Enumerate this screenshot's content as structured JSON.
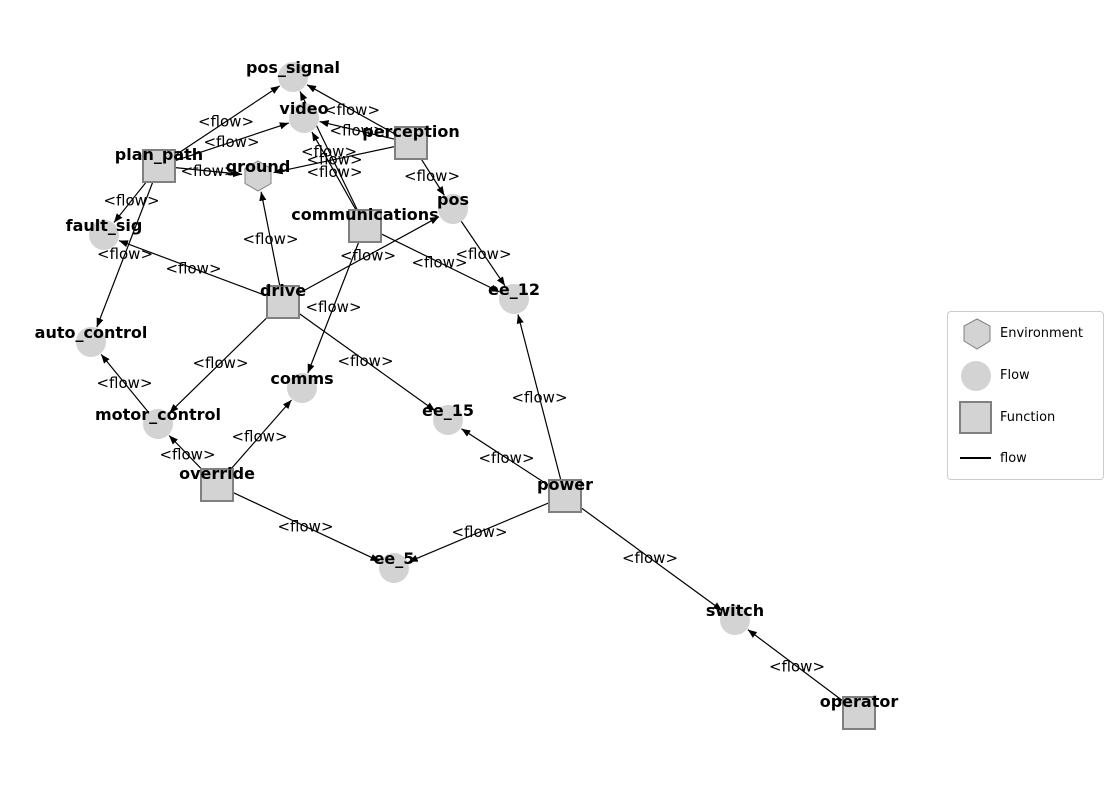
{
  "colors": {
    "node_fill": "#d3d3d3",
    "node_border": "#808080",
    "edge": "#000000"
  },
  "legend": {
    "items": [
      {
        "label": "Environment",
        "shape": "hexagon-icon"
      },
      {
        "label": "Flow",
        "shape": "circle-icon"
      },
      {
        "label": "Function",
        "shape": "square-icon"
      },
      {
        "label": "flow",
        "shape": "line-icon"
      }
    ]
  },
  "nodes": [
    {
      "id": "pos_signal",
      "label": "pos_signal",
      "type": "Flow"
    },
    {
      "id": "video",
      "label": "video",
      "type": "Flow"
    },
    {
      "id": "perception",
      "label": "perception",
      "type": "Function"
    },
    {
      "id": "plan_path",
      "label": "plan_path",
      "type": "Function"
    },
    {
      "id": "ground",
      "label": "ground",
      "type": "Environment"
    },
    {
      "id": "communications",
      "label": "communications",
      "type": "Function"
    },
    {
      "id": "pos",
      "label": "pos",
      "type": "Flow"
    },
    {
      "id": "fault_sig",
      "label": "fault_sig",
      "type": "Flow"
    },
    {
      "id": "drive",
      "label": "drive",
      "type": "Function"
    },
    {
      "id": "ee_12",
      "label": "ee_12",
      "type": "Flow"
    },
    {
      "id": "auto_control",
      "label": "auto_control",
      "type": "Flow"
    },
    {
      "id": "comms",
      "label": "comms",
      "type": "Flow"
    },
    {
      "id": "motor_control",
      "label": "motor_control",
      "type": "Flow"
    },
    {
      "id": "ee_15",
      "label": "ee_15",
      "type": "Flow"
    },
    {
      "id": "override",
      "label": "override",
      "type": "Function"
    },
    {
      "id": "power",
      "label": "power",
      "type": "Function"
    },
    {
      "id": "ee_5",
      "label": "ee_5",
      "type": "Flow"
    },
    {
      "id": "switch",
      "label": "switch",
      "type": "Flow"
    },
    {
      "id": "operator",
      "label": "operator",
      "type": "Function"
    }
  ],
  "edges": [
    {
      "source": "plan_path",
      "target": "pos_signal",
      "label": "<flow>"
    },
    {
      "source": "plan_path",
      "target": "video",
      "label": "<flow>"
    },
    {
      "source": "plan_path",
      "target": "ground",
      "label": "<flow>"
    },
    {
      "source": "plan_path",
      "target": "fault_sig",
      "label": "<flow>"
    },
    {
      "source": "plan_path",
      "target": "auto_control",
      "label": "<flow>"
    },
    {
      "source": "perception",
      "target": "pos_signal",
      "label": "<flow>"
    },
    {
      "source": "perception",
      "target": "video",
      "label": "<flow>"
    },
    {
      "source": "perception",
      "target": "ground",
      "label": "<flow>"
    },
    {
      "source": "perception",
      "target": "pos",
      "label": "<flow>"
    },
    {
      "source": "communications",
      "target": "video",
      "label": "<flow>"
    },
    {
      "source": "communications",
      "target": "pos_signal",
      "label": "<flow>"
    },
    {
      "source": "communications",
      "target": "ee_12",
      "label": "<flow>"
    },
    {
      "source": "communications",
      "target": "comms",
      "label": "<flow>"
    },
    {
      "source": "drive",
      "target": "ground",
      "label": "<flow>"
    },
    {
      "source": "drive",
      "target": "fault_sig",
      "label": "<flow>"
    },
    {
      "source": "drive",
      "target": "pos",
      "label": "<flow>"
    },
    {
      "source": "drive",
      "target": "ee_15",
      "label": "<flow>"
    },
    {
      "source": "drive",
      "target": "motor_control",
      "label": "<flow>"
    },
    {
      "source": "pos",
      "target": "ee_12",
      "label": "<flow>"
    },
    {
      "source": "motor_control",
      "target": "auto_control",
      "label": "<flow>"
    },
    {
      "source": "override",
      "target": "motor_control",
      "label": "<flow>"
    },
    {
      "source": "override",
      "target": "comms",
      "label": "<flow>"
    },
    {
      "source": "override",
      "target": "ee_5",
      "label": "<flow>"
    },
    {
      "source": "power",
      "target": "ee_12",
      "label": "<flow>"
    },
    {
      "source": "power",
      "target": "ee_15",
      "label": "<flow>"
    },
    {
      "source": "power",
      "target": "ee_5",
      "label": "<flow>"
    },
    {
      "source": "power",
      "target": "switch",
      "label": "<flow>"
    },
    {
      "source": "operator",
      "target": "switch",
      "label": "<flow>"
    }
  ]
}
